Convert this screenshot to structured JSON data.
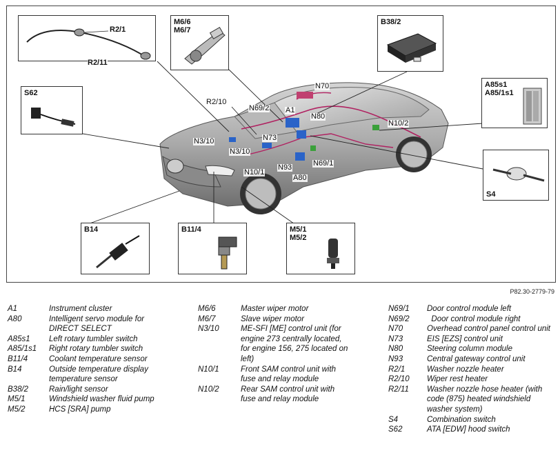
{
  "diagram": {
    "reference": "P82.30-2779-79",
    "inset_labels": {
      "r2_1": "R2/1",
      "r2_11": "R2/11",
      "m6_6": "M6/6",
      "m6_7": "M6/7",
      "b38_2": "B38/2",
      "a85s1": "A85s1",
      "a85_1s1": "A85/1s1",
      "s62": "S62",
      "s4": "S4",
      "b14": "B14",
      "b11_4": "B11/4",
      "m5_1": "M5/1",
      "m5_2": "M5/2"
    },
    "car_labels": {
      "n70": "N70",
      "r2_10": "R2/10",
      "n69_2": "N69/2",
      "a1": "A1",
      "n80": "N80",
      "n10_2": "N10/2",
      "n3_10a": "N3/10",
      "n73": "N73",
      "n3_10b": "N3/10",
      "n69_1": "N69/1",
      "n93": "N93",
      "n10_1": "N10/1",
      "a80": "A80"
    }
  },
  "legend": {
    "col1": [
      {
        "code": "A1",
        "desc": "Instrument cluster"
      },
      {
        "code": "A80",
        "desc": "Intelligent servo module for DIRECT SELECT"
      },
      {
        "code": "A85s1",
        "desc": "Left rotary tumbler switch"
      },
      {
        "code": "A85/1s1",
        "desc": "Right rotary tumbler switch"
      },
      {
        "code": "B11/4",
        "desc": "Coolant temperature sensor"
      },
      {
        "code": "B14",
        "desc": "Outside temperature display temperature sensor"
      },
      {
        "code": "B38/2",
        "desc": "Rain/light sensor"
      },
      {
        "code": "M5/1",
        "desc": "Windshield washer fluid pump"
      },
      {
        "code": "M5/2",
        "desc": "HCS [SRA] pump"
      }
    ],
    "col2": [
      {
        "code": "M6/6",
        "desc": "Master wiper motor"
      },
      {
        "code": "M6/7",
        "desc": "Slave wiper motor"
      },
      {
        "code": "N3/10",
        "desc": "ME-SFI [ME] control unit (for engine 273 centrally located, for engine 156, 275 located on left)"
      },
      {
        "code": "N10/1",
        "desc": "Front SAM control unit with fuse and relay module"
      },
      {
        "code": "N10/2",
        "desc": "Rear SAM control unit with fuse and relay module"
      }
    ],
    "col3": [
      {
        "code": "N69/1",
        "desc": "Door control module left"
      },
      {
        "code": "N69/2",
        "desc": "  Door control module right"
      },
      {
        "code": "N70",
        "desc": "Overhead control panel control unit"
      },
      {
        "code": "N73",
        "desc": "EIS [EZS] control unit"
      },
      {
        "code": "N80",
        "desc": "Steering column module"
      },
      {
        "code": "N93",
        "desc": "Central gateway control unit"
      },
      {
        "code": "R2/1",
        "desc": "Washer nozzle heater"
      },
      {
        "code": "R2/10",
        "desc": "Wiper rest heater"
      },
      {
        "code": "R2/11",
        "desc": "Washer nozzle hose heater (with code (875) heated windshield washer system)"
      },
      {
        "code": "S4",
        "desc": "Combination switch"
      },
      {
        "code": "S62",
        "desc": "ATA [EDW] hood switch"
      }
    ]
  }
}
